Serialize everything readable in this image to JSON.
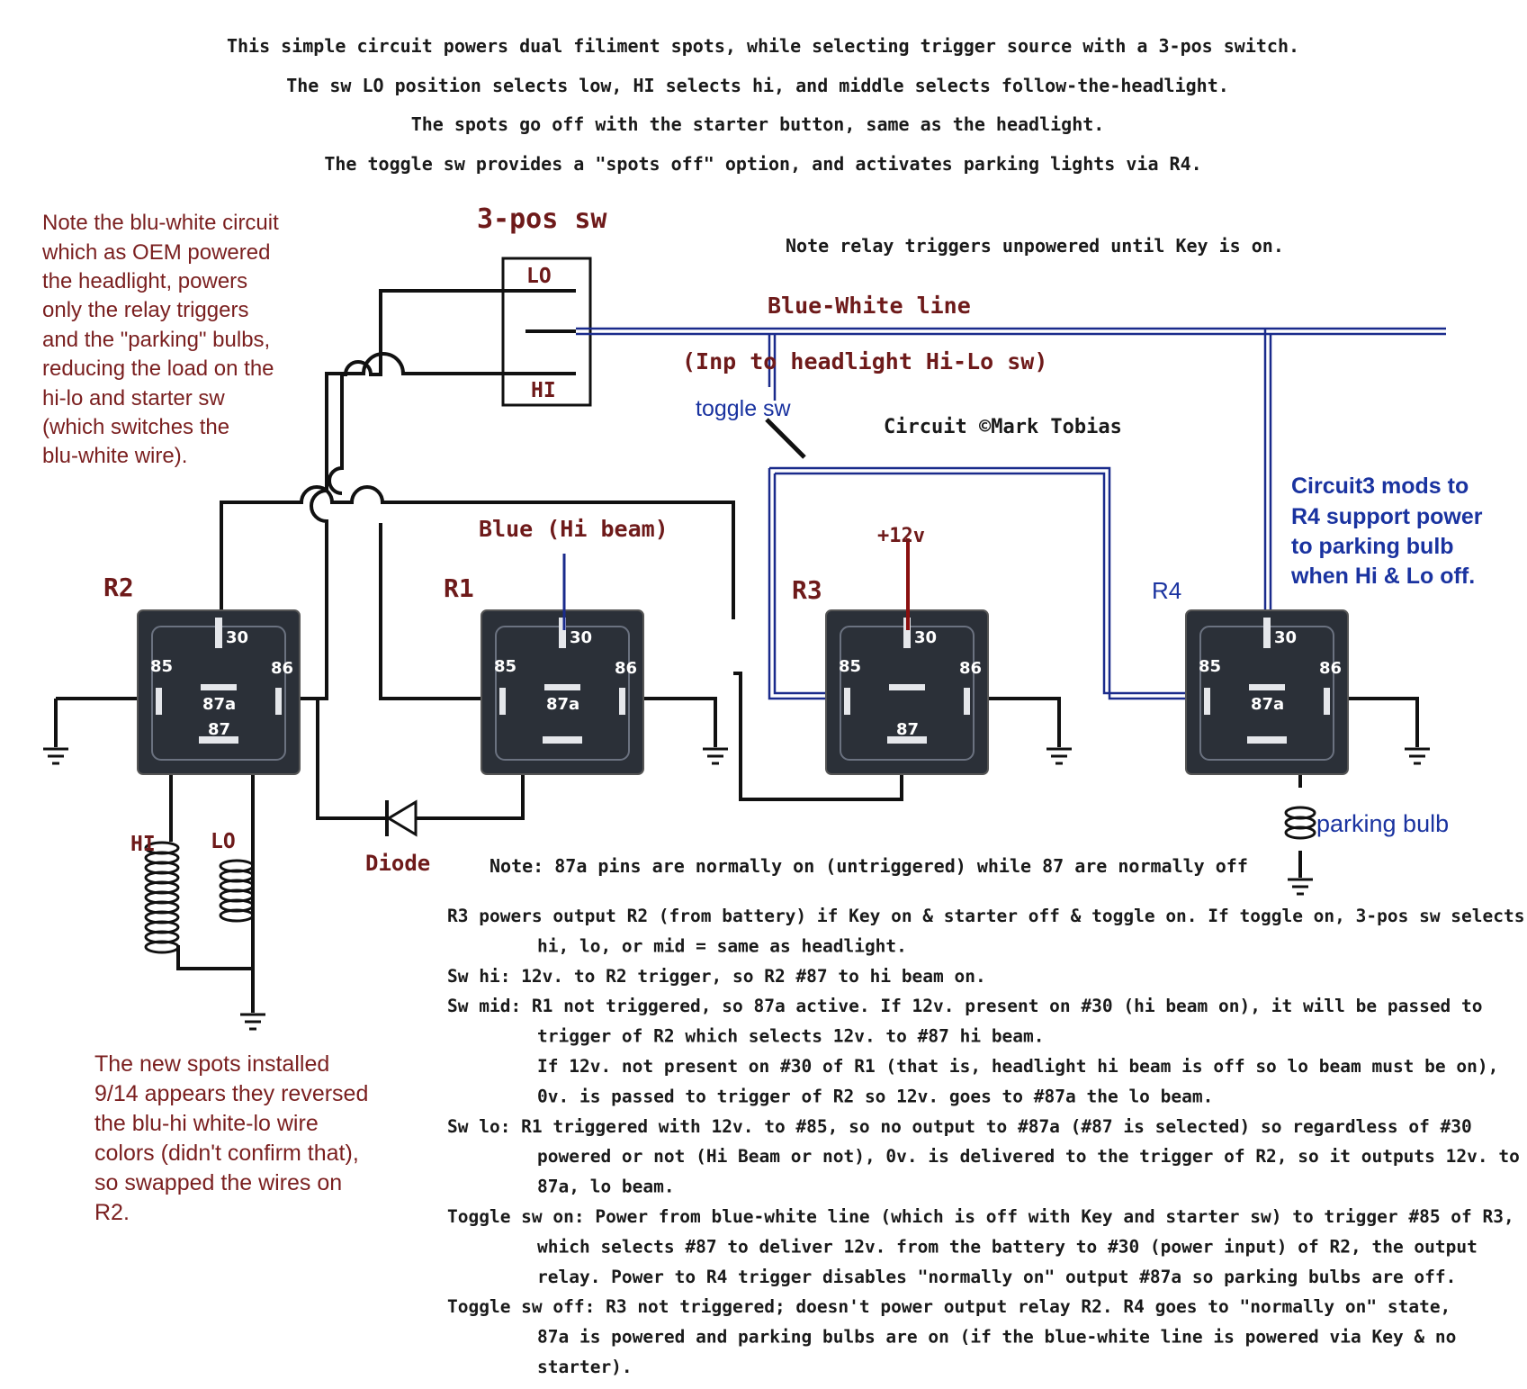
{
  "header": {
    "lines": [
      "This simple circuit powers dual filiment spots, while selecting trigger source with a 3-pos switch.",
      "The sw LO position selects low, HI selects hi, and middle selects follow-the-headlight.",
      "The spots go off with the starter button, same as the headlight.",
      "The toggle sw provides a \"spots off\" option, and activates parking lights via R4."
    ]
  },
  "left_note": {
    "lines": [
      "Note the blu-white circuit",
      "which as OEM powered",
      "the headlight,  powers",
      "only the relay triggers",
      "and the \"parking\" bulbs,",
      "reducing the load on the",
      "hi-lo and starter sw",
      "(which switches the",
      "blu-white wire)."
    ]
  },
  "bottom_left_note": {
    "lines": [
      "The new spots installed",
      "9/14 appears they reversed",
      "the blu-hi white-lo wire",
      "colors (didn't confirm that),",
      "so swapped the wires on",
      "R2."
    ]
  },
  "right_note": {
    "lines": [
      "Circuit3 mods to",
      "R4 support power",
      "to parking bulb",
      "when Hi & Lo off."
    ]
  },
  "switch": {
    "title": "3-pos sw",
    "lo": "LO",
    "hi": "HI"
  },
  "labels": {
    "relay_trigger_note": "Note relay triggers unpowered until Key is on.",
    "blue_white_line": "Blue-White line",
    "inp_headlight": "(Inp to headlight Hi-Lo sw)",
    "toggle_sw": "toggle sw",
    "copyright": "Circuit ©Mark Tobias",
    "blue_hi_beam": "Blue (Hi beam)",
    "plus12v": "+12v",
    "diode": "Diode",
    "parking_bulb": "parking bulb",
    "hi": "HI",
    "lo": "LO",
    "note_87a": "Note: 87a pins are normally on (untriggered) while 87 are normally off"
  },
  "relays": [
    {
      "name": "R2",
      "p30": "30",
      "p85": "85",
      "p86": "86",
      "p87a": "87a",
      "p87": "87"
    },
    {
      "name": "R1",
      "p30": "30",
      "p85": "85",
      "p86": "86",
      "p87a": "87a",
      "p87": ""
    },
    {
      "name": "R3",
      "p30": "30",
      "p85": "85",
      "p86": "86",
      "p87a": "",
      "p87": "87"
    },
    {
      "name": "R4",
      "p30": "30",
      "p85": "85",
      "p86": "86",
      "p87a": "87a",
      "p87": ""
    }
  ],
  "explanation": [
    {
      "lead": "R3 powers output R2 (from battery) if Key on & starter off & toggle on. If toggle on, 3-pos sw selects",
      "cont": [
        "hi, lo, or mid = same as headlight."
      ]
    },
    {
      "lead": "Sw hi:   12v. to R2 trigger, so R2 #87 to hi beam on.",
      "cont": []
    },
    {
      "lead": "Sw mid: R1 not triggered, so 87a active. If 12v. present on #30 (hi beam on), it will be passed to",
      "cont": [
        "trigger of R2 which selects 12v. to #87 hi beam.",
        "If 12v. not present on #30 of R1 (that is, headlight hi beam is off so lo beam must be on),",
        "0v. is passed to trigger of R2 so 12v. goes to #87a the lo beam."
      ]
    },
    {
      "lead": "Sw lo:   R1 triggered with 12v. to #85, so no output to #87a (#87 is selected) so regardless of #30",
      "cont": [
        "powered or not (Hi Beam or not), 0v. is delivered to the trigger of R2, so it outputs 12v. to",
        "87a, lo beam."
      ]
    },
    {
      "lead": "Toggle sw on:  Power from blue-white line (which is off with Key and starter sw) to trigger #85 of R3,",
      "cont": [
        "which selects #87 to deliver 12v. from the battery to #30 (power input) of R2, the output",
        "relay.  Power to R4 trigger disables \"normally on\" output #87a so parking bulbs are off."
      ]
    },
    {
      "lead": "Toggle sw off:  R3 not triggered; doesn't power output relay R2.  R4 goes to \"normally on\" state,",
      "cont": [
        "87a is powered and parking bulbs are on (if the blue-white line is powered via Key & no",
        "starter)."
      ]
    }
  ],
  "colors": {
    "maroon": "#6e1a1a",
    "blue_text": "#1a33a0",
    "wire_black": "#111111",
    "wire_blue": "#1a2b8c",
    "wire_red": "#8a1010",
    "relay_body": "#2b3038"
  }
}
